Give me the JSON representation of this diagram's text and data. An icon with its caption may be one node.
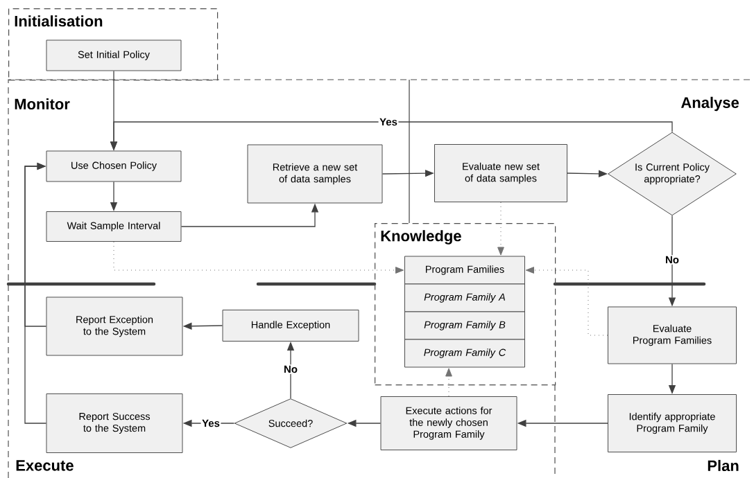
{
  "diagram": {
    "nodes": [
      {
        "text": [
          "Initialisation"
        ]
      },
      {
        "text": [
          "Set Initial Policy"
        ],
        "in": 0
      },
      {
        "text": [
          "Use Chosen Policy"
        ]
      },
      {
        "text": [
          "Wait Sample Interval"
        ]
      },
      {
        "text": [
          "Retrieve a new set of data samples"
        ]
      },
      {
        "text": [
          "Evaluate new set of data samples"
        ]
      },
      {
        "text": [
          "Is Current Policy appropriate?"
        ]
      },
      {
        "text": [
          "Knowledge"
        ]
      },
      {
        "text": [
          "Program Families"
        ],
        "in": 7
      },
      {
        "text": [
          "Program Family A"
        ],
        "in": 7
      },
      {
        "text": [
          "Program Family B"
        ],
        "in": 7
      },
      {
        "text": [
          "Program Family C"
        ],
        "in": 7
      },
      {
        "text": [
          "Report Exception to the System"
        ]
      },
      {
        "text": [
          "Handle Exception"
        ]
      },
      {
        "text": [
          "Evaluate Program Families"
        ]
      },
      {
        "text": [
          "Report Success to the System"
        ]
      },
      {
        "text": [
          "Succeed?"
        ]
      },
      {
        "text": [
          "Execute actions for the newly chosen Program Family"
        ]
      },
      {
        "text": [
          "Identify appropriate Program Family"
        ]
      }
    ],
    "edges": [
      {
        "from": 1,
        "to": 2,
        "arrow": "to"
      },
      {
        "from": 6,
        "to": 2,
        "arrow": "to",
        "label": "Yes"
      },
      {
        "from": 2,
        "to": 3,
        "arrow": "to"
      },
      {
        "from": 3,
        "to": 4,
        "arrow": "to"
      },
      {
        "from": 4,
        "to": 5,
        "arrow": "to"
      },
      {
        "from": 5,
        "to": 6,
        "arrow": "to"
      },
      {
        "from": 6,
        "to": 14,
        "arrow": "to",
        "label": "No"
      },
      {
        "from": 14,
        "to": 18,
        "arrow": "to"
      },
      {
        "from": 18,
        "to": 17,
        "arrow": "to"
      },
      {
        "from": 17,
        "to": 16,
        "arrow": "to"
      },
      {
        "from": 16,
        "to": 15,
        "arrow": "to",
        "label": "Yes"
      },
      {
        "from": 16,
        "to": 13,
        "arrow": "to",
        "label": "No"
      },
      {
        "from": 13,
        "to": 12,
        "arrow": "to"
      },
      {
        "from": 12,
        "to": 2,
        "arrow": "to"
      },
      {
        "from": 15,
        "to": 2,
        "arrow": "to"
      },
      {
        "from": 3,
        "to": 8,
        "arrow": "to",
        "style": "dashed"
      },
      {
        "from": 5,
        "to": 8,
        "arrow": "to",
        "style": "dashed"
      },
      {
        "from": 14,
        "to": 8,
        "arrow": "to",
        "style": "dashed"
      },
      {
        "from": 17,
        "to": 11,
        "arrow": "to",
        "style": "dashed"
      }
    ],
    "labels": [
      "Monitor",
      "Analyse",
      "Execute",
      "Plan"
    ]
  }
}
